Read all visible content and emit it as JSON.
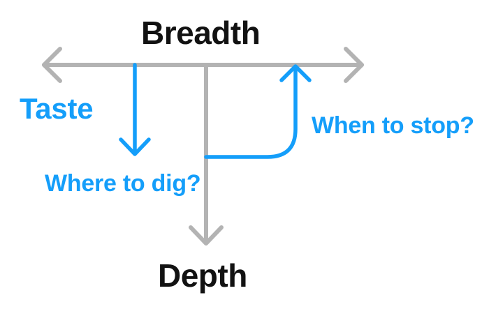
{
  "diagram": {
    "title_axis_top": "Breadth",
    "title_axis_bottom": "Depth",
    "taste_label": "Taste",
    "where_to_dig_label": "Where to dig?",
    "when_to_stop_label": "When to stop?"
  },
  "colors": {
    "axis_gray": "#B3B3B3",
    "accent_blue": "#149EFA",
    "text_black": "#121212",
    "background": "#FFFFFF"
  }
}
